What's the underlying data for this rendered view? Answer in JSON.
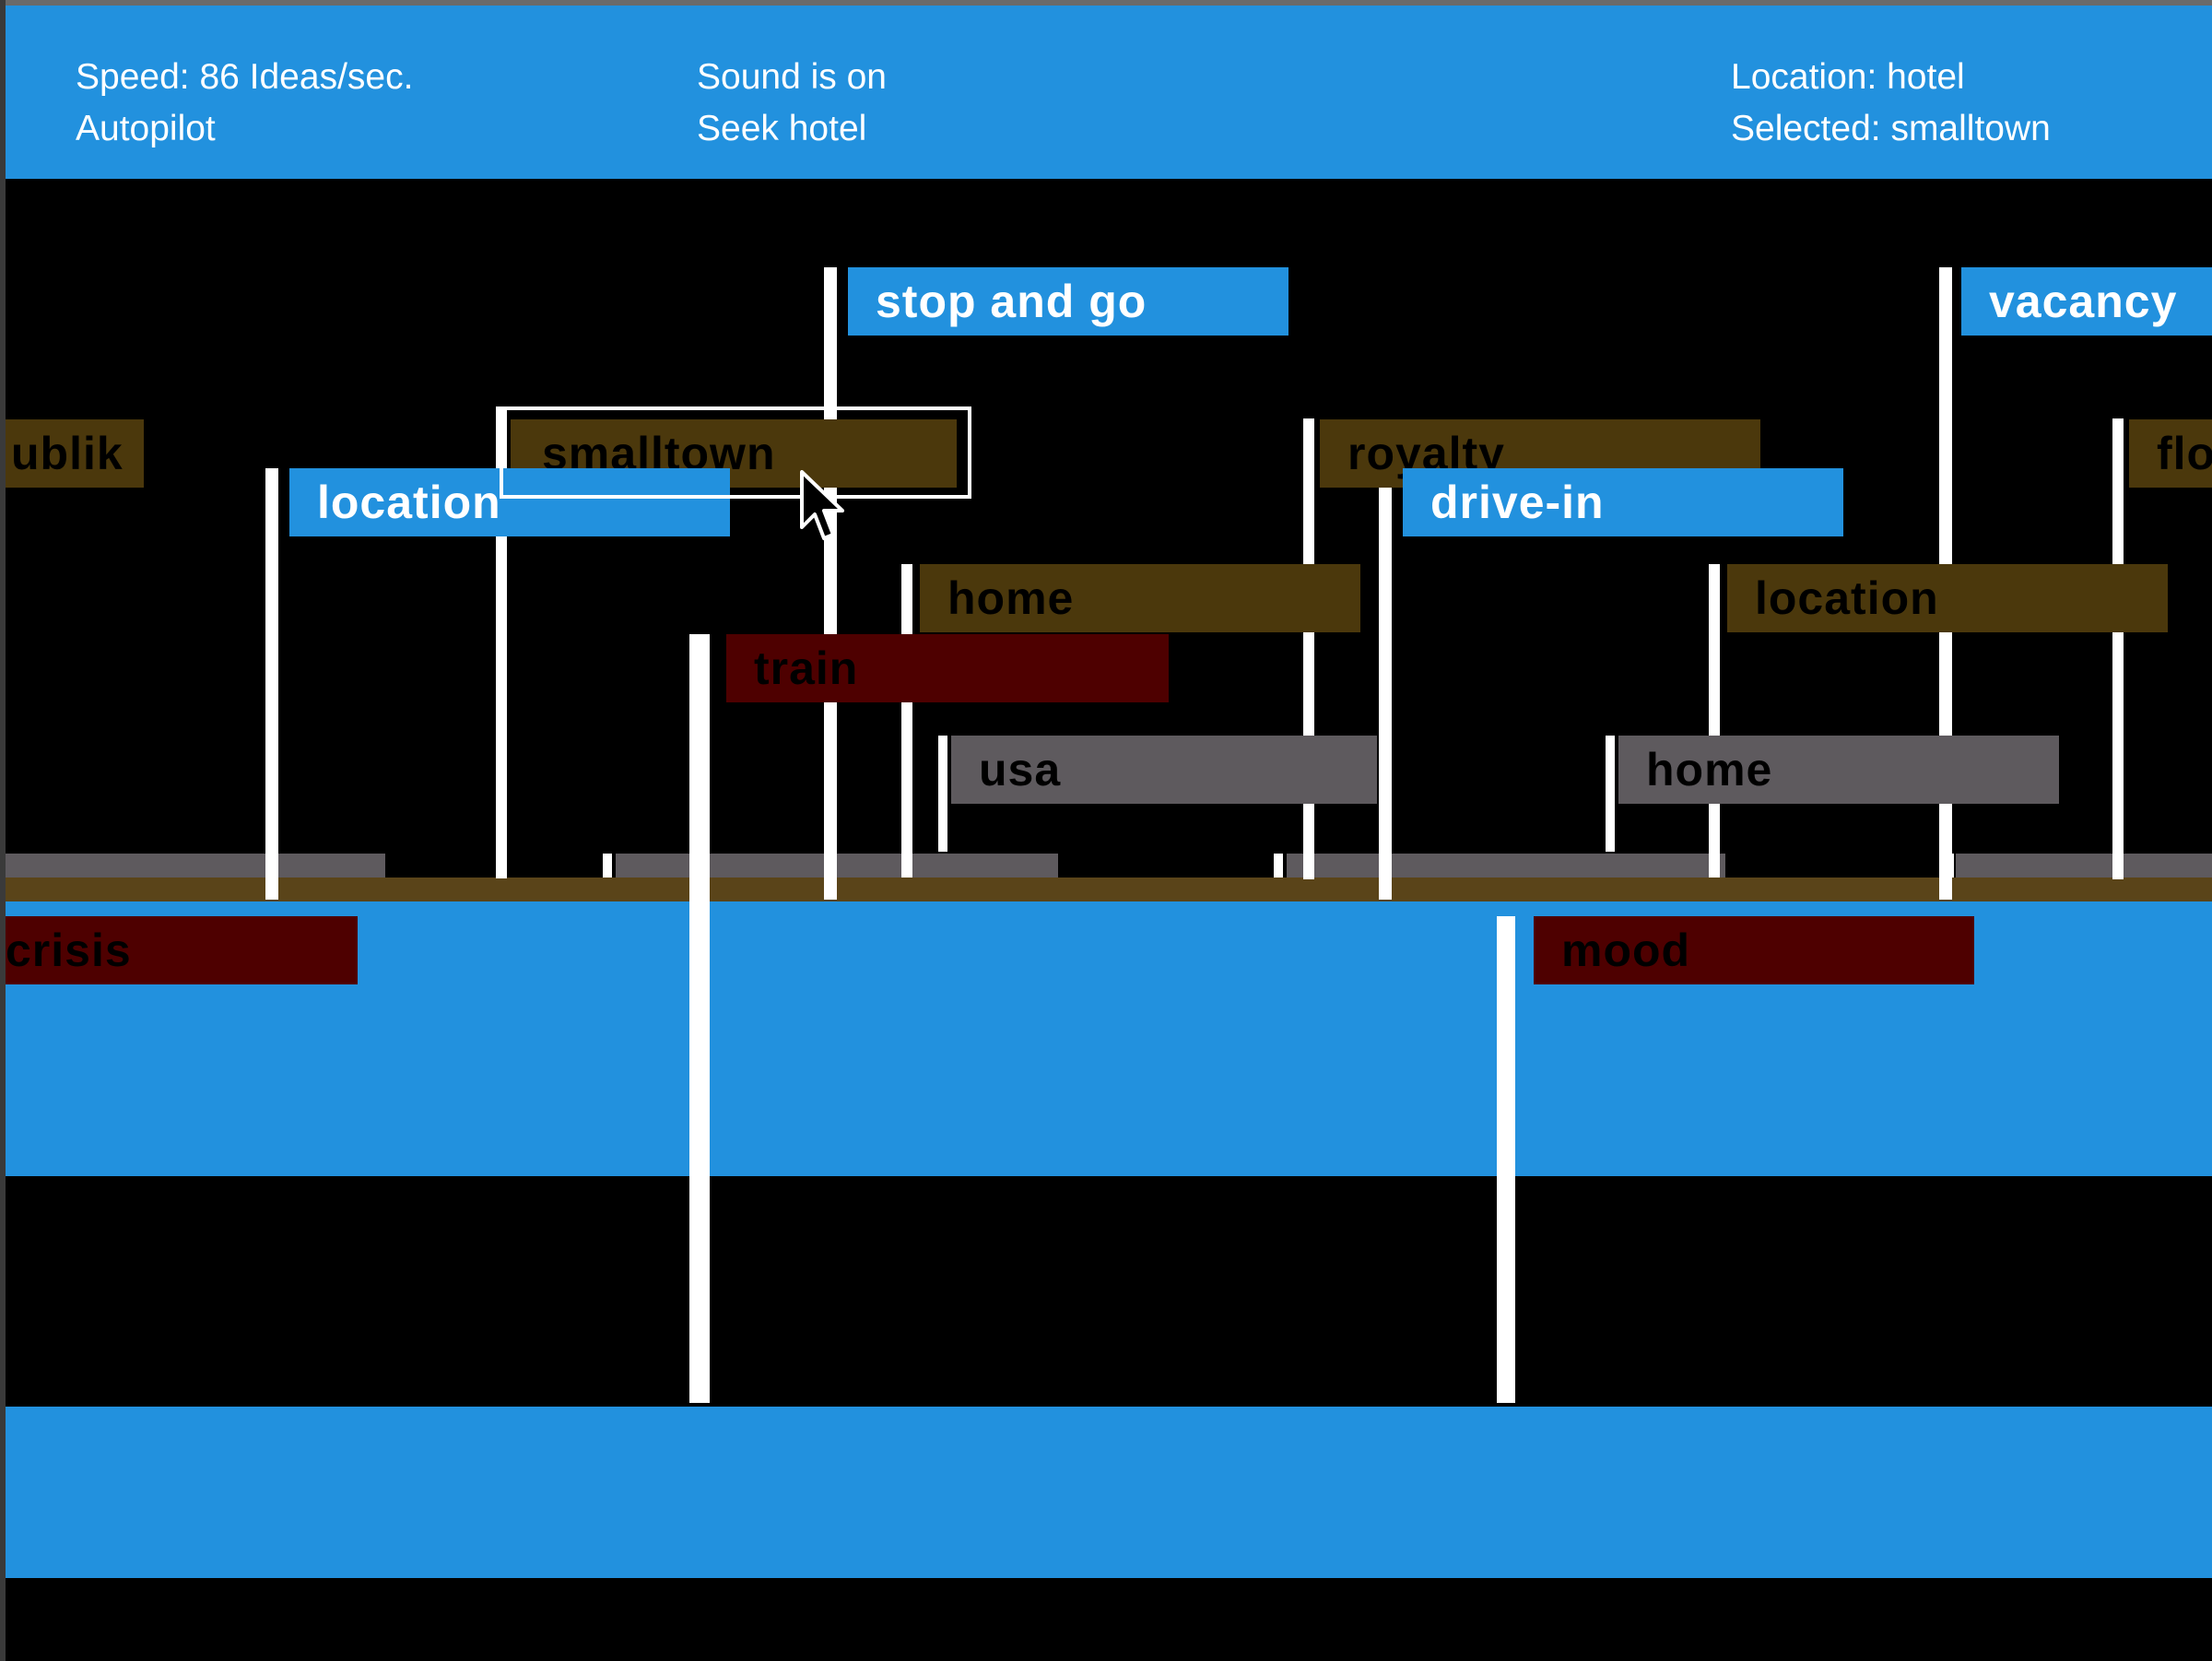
{
  "header": {
    "speed": "Speed: 86 Ideas/sec.",
    "mode": "Autopilot",
    "sound": "Sound is on",
    "seek": "Seek hotel",
    "location": "Location: hotel",
    "selected": "Selected: smalltown"
  },
  "tags": {
    "stop_and_go": "stop and go",
    "vacancy": "vacancy",
    "publik": "ublik",
    "smalltown": "smalltown",
    "royalty": "royalty",
    "flo": "flo",
    "location_left": "location",
    "drive_in": "drive-in",
    "home_mid": "home",
    "location_right": "location",
    "train": "train",
    "usa": "usa",
    "home_right": "home",
    "crisis": "crisis",
    "mood": "mood"
  },
  "colors": {
    "blue": "#2291de",
    "olive": "#4b380c",
    "dark_red": "#4e0000",
    "gray": "#5e5a5e",
    "black": "#000000",
    "white": "#ffffff"
  },
  "icons": {
    "cursor": "arrow-cursor-icon"
  }
}
